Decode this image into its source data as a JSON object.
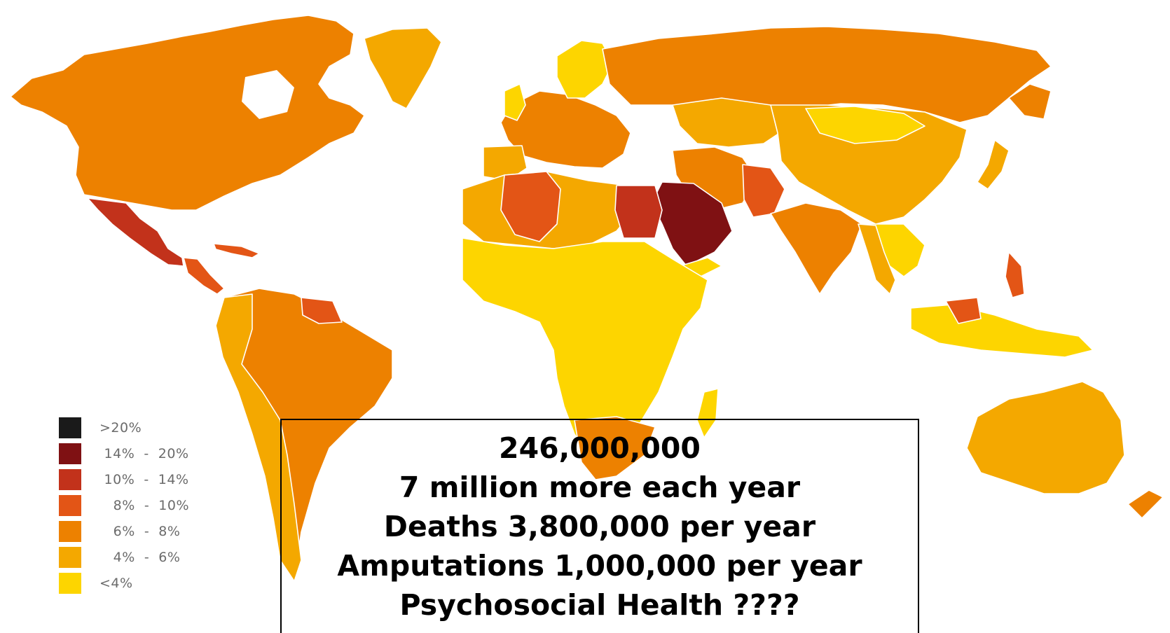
{
  "colors": {
    "gt20": "#1a1a1a",
    "c14_20": "#7f1113",
    "c10_14": "#c2321b",
    "c8_10": "#e35516",
    "c6_8": "#ed8100",
    "c4_6": "#f4a800",
    "lt4": "#fdd500"
  },
  "legend": [
    {
      "label": ">20%",
      "color": "#1a1a1a"
    },
    {
      "label": " 14%  -  20%",
      "color": "#7f1113"
    },
    {
      "label": " 10%  -  14%",
      "color": "#c2321b"
    },
    {
      "label": "   8%  -  10%",
      "color": "#e35516"
    },
    {
      "label": "   6%  -  8%",
      "color": "#ed8100"
    },
    {
      "label": "   4%  -  6%",
      "color": "#f4a800"
    },
    {
      "label": "<4%",
      "color": "#fdd500"
    }
  ],
  "stats": {
    "line1": "246,000,000",
    "line2": "7 million more each year",
    "line3": "Deaths 3,800,000 per year",
    "line4": "Amputations 1,000,000 per year",
    "line5": "Psychosocial Health ????"
  }
}
